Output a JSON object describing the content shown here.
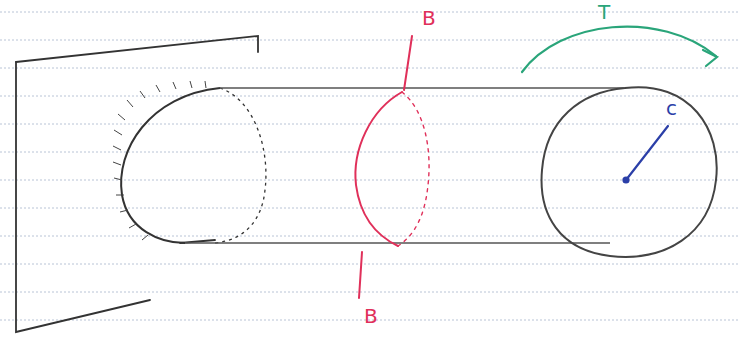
{
  "diagram": {
    "labels": [
      "B",
      "B",
      "T",
      "c"
    ]
  }
}
